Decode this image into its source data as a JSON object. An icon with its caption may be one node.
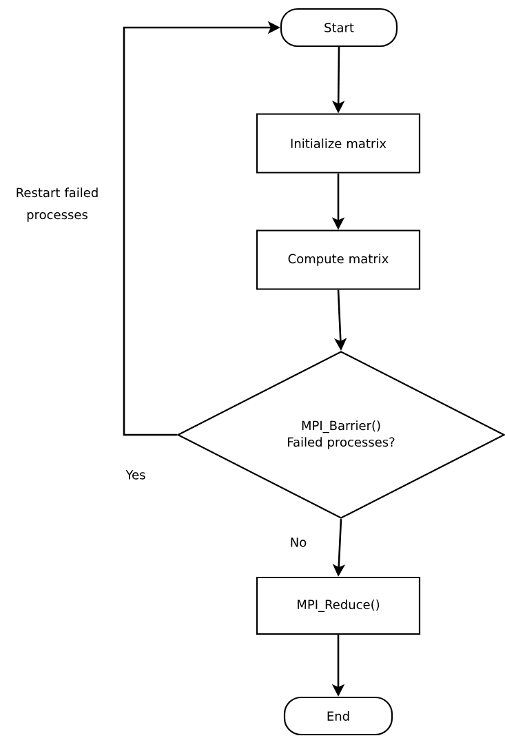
{
  "diagram": {
    "nodes": [
      {
        "text": [
          "Start"
        ]
      },
      {
        "text": [
          "Initialize matrix"
        ]
      },
      {
        "text": [
          "Compute matrix"
        ]
      },
      {
        "text": [
          "MPI_Barrier() Failed processes?"
        ]
      },
      {
        "text": [
          "MPI_Reduce()"
        ]
      },
      {
        "text": [
          "End"
        ]
      }
    ],
    "edges": [
      {
        "from": 0,
        "to": 1,
        "arrow": "to"
      },
      {
        "from": 1,
        "to": 2,
        "arrow": "to"
      },
      {
        "from": 2,
        "to": 3,
        "arrow": "to"
      },
      {
        "from": 3,
        "to": 4,
        "arrow": "to",
        "label": "No"
      },
      {
        "from": 4,
        "to": 5,
        "arrow": "to"
      },
      {
        "from": 3,
        "to": 0,
        "arrow": "to",
        "label": "Yes"
      }
    ],
    "labels": [
      "Restart failed processes"
    ]
  }
}
